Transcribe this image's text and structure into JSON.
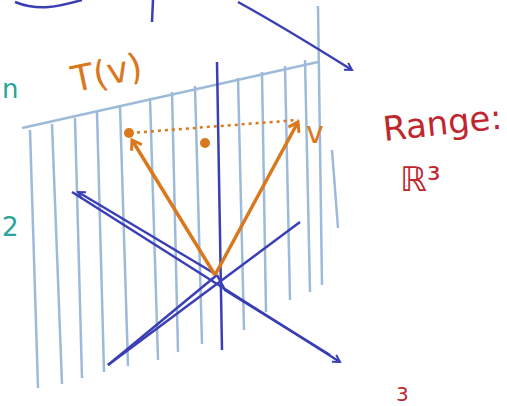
{
  "diagram": {
    "labels": [
      "T(v)",
      "v",
      "Range:",
      "ℝ³",
      "n",
      "2",
      "3"
    ]
  }
}
